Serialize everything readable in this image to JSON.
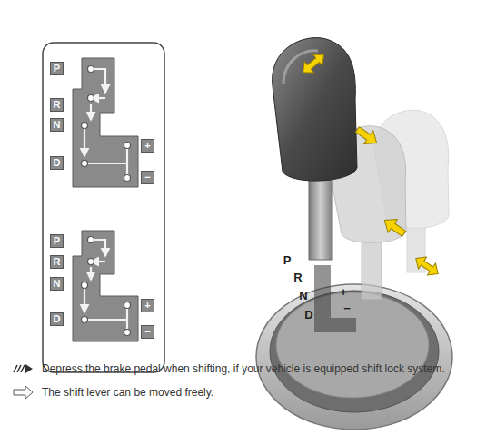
{
  "diagram": {
    "nodes": [
      {
        "text": [
          "P"
        ]
      },
      {
        "text": [
          "R"
        ]
      },
      {
        "text": [
          "N"
        ]
      },
      {
        "text": [
          "D"
        ]
      },
      {
        "text": [
          "+"
        ]
      },
      {
        "text": [
          "−"
        ]
      },
      {
        "text": [
          "P"
        ]
      },
      {
        "text": [
          "R"
        ]
      },
      {
        "text": [
          "N"
        ]
      },
      {
        "text": [
          "D"
        ]
      },
      {
        "text": [
          "+"
        ]
      },
      {
        "text": [
          "−"
        ]
      }
    ],
    "labels": [
      "P",
      "R",
      "N",
      "D",
      "+",
      "−"
    ],
    "legend": [
      {
        "text": "Depress the brake pedal when shifting, if your vehicle is equipped shift lock system."
      },
      {
        "text": "The shift lever can be moved freely."
      }
    ]
  }
}
